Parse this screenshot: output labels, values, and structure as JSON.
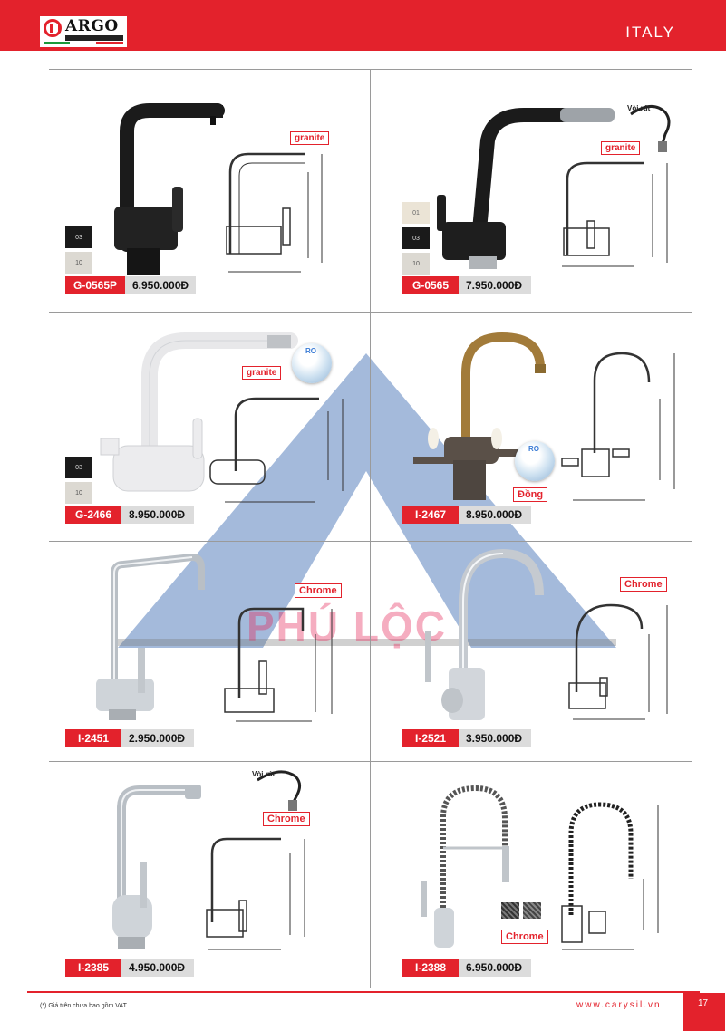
{
  "header": {
    "brand": "ARGO",
    "country": "ITALY"
  },
  "watermark": "PHÚ LỘC",
  "products": [
    {
      "code": "G-0565P",
      "price": "6.950.000Đ",
      "material": "granite",
      "swatches": [
        "03",
        "10"
      ]
    },
    {
      "code": "G-0565",
      "price": "7.950.000Đ",
      "material": "granite",
      "swatches": [
        "01",
        "03",
        "10"
      ],
      "hose": "Vòi rút"
    },
    {
      "code": "G-2466",
      "price": "8.950.000Đ",
      "material": "granite",
      "swatches": [
        "03",
        "10"
      ],
      "ro": "RO"
    },
    {
      "code": "I-2467",
      "price": "8.950.000Đ",
      "material": "Đồng",
      "ro": "RO"
    },
    {
      "code": "I-2451",
      "price": "2.950.000Đ",
      "material": "Chrome"
    },
    {
      "code": "I-2521",
      "price": "3.950.000Đ",
      "material": "Chrome"
    },
    {
      "code": "I-2385",
      "price": "4.950.000Đ",
      "material": "Chrome",
      "hose": "Vòi rút"
    },
    {
      "code": "I-2388",
      "price": "6.950.000Đ",
      "material": "Chrome"
    }
  ],
  "footer": {
    "note": "(*) Giá trên chưa bao gồm VAT",
    "website": "www.carysil.vn",
    "page": "17"
  },
  "colors": {
    "brand_red": "#e3222c",
    "tag_gray": "#dcdcdc"
  },
  "icons": [
    "shield-logo-icon",
    "water-drops-icon",
    "hose-icon"
  ]
}
